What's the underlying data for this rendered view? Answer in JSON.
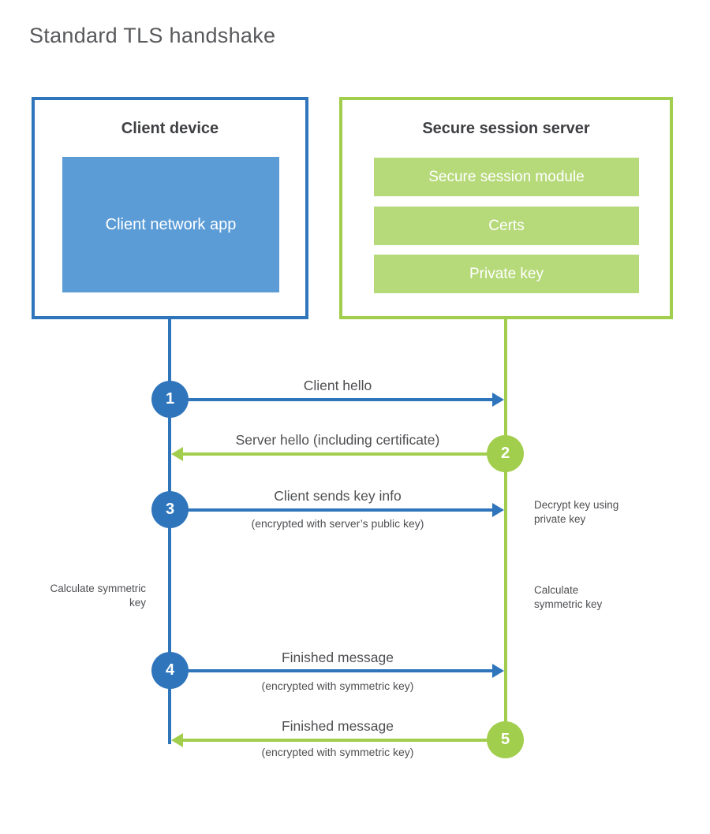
{
  "title": "Standard TLS handshake",
  "client": {
    "title": "Client device",
    "app_label": "Client network app"
  },
  "server": {
    "title": "Secure session server",
    "modules": [
      "Secure session module",
      "Certs",
      "Private key"
    ]
  },
  "steps": [
    {
      "num": "1",
      "label": "Client hello",
      "sub": "",
      "direction": "client-to-server"
    },
    {
      "num": "2",
      "label": "Server hello (including certificate)",
      "sub": "",
      "direction": "server-to-client"
    },
    {
      "num": "3",
      "label": "Client sends key info",
      "sub": "(encrypted with server’s public key)",
      "direction": "client-to-server"
    },
    {
      "num": "4",
      "label": "Finished message",
      "sub": "(encrypted with symmetric key)",
      "direction": "client-to-server"
    },
    {
      "num": "5",
      "label": "Finished message",
      "sub": "(encrypted with symmetric key)",
      "direction": "server-to-client"
    }
  ],
  "notes": {
    "decrypt_key": "Decrypt key using private key",
    "calc_left": "Calculate symmetric key",
    "calc_right": "Calculate symmetric key"
  },
  "colors": {
    "blue": "#2e75bc",
    "blue_light": "#5b9cd7",
    "green": "#a2ce4d",
    "green_light": "#b6d97a",
    "heading_text": "#3f4043",
    "label_text": "#4e4f52"
  }
}
